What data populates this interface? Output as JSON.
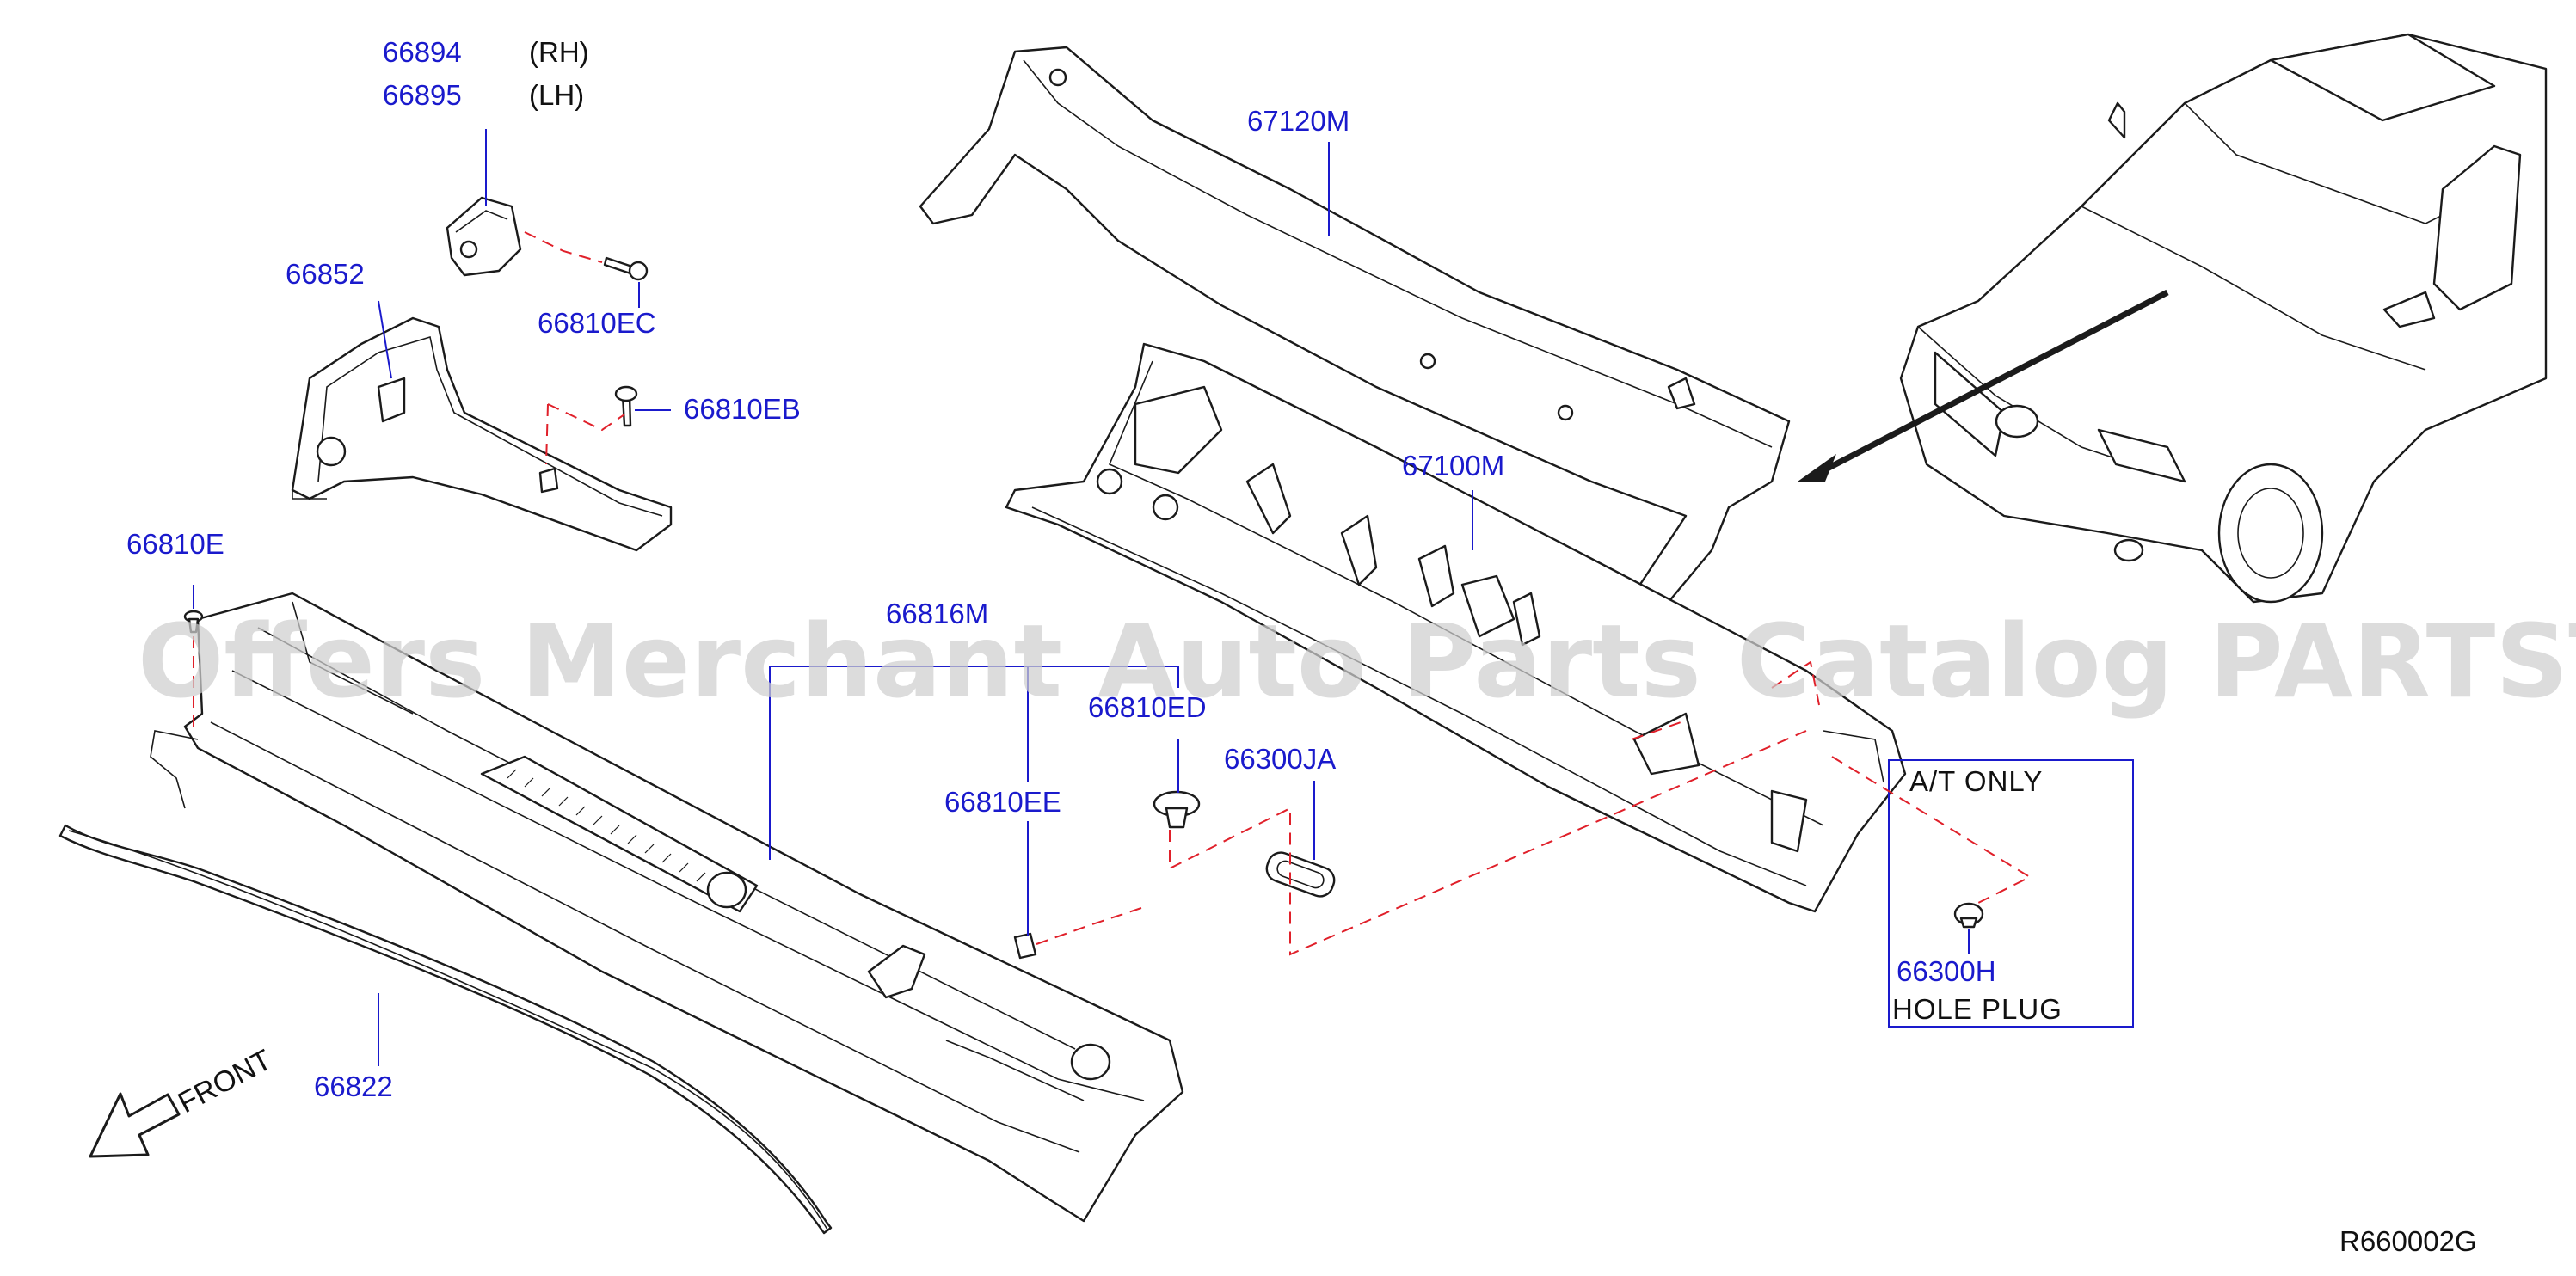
{
  "diagram": {
    "parts": [
      {
        "id": "p66894",
        "number": "66894",
        "side": "(RH)"
      },
      {
        "id": "p66895",
        "number": "66895",
        "side": "(LH)"
      },
      {
        "id": "p66852",
        "number": "66852"
      },
      {
        "id": "p66810EC",
        "number": "66810EC"
      },
      {
        "id": "p66810EB",
        "number": "66810EB"
      },
      {
        "id": "p66810E",
        "number": "66810E"
      },
      {
        "id": "p66816M",
        "number": "66816M"
      },
      {
        "id": "p66810ED",
        "number": "66810ED"
      },
      {
        "id": "p66810EE",
        "number": "66810EE"
      },
      {
        "id": "p66300JA",
        "number": "66300JA"
      },
      {
        "id": "p66822",
        "number": "66822"
      },
      {
        "id": "p67120M",
        "number": "67120M"
      },
      {
        "id": "p67100M",
        "number": "67100M"
      },
      {
        "id": "p66300H",
        "number": "66300H"
      }
    ],
    "inset_box": {
      "header": "A/T  ONLY",
      "part_number": "66300H",
      "caption": "HOLE  PLUG"
    },
    "front_indicator": "FRONT",
    "diagram_code": "R660002G",
    "watermark": "Offers Merchant Auto Parts Catalog PARTSTORE.SA",
    "colors": {
      "part_label": "#1a1acc",
      "dashed_connector": "#e0202a",
      "line_art": "#1b1b1b",
      "watermark": "#cfcfcf"
    }
  }
}
